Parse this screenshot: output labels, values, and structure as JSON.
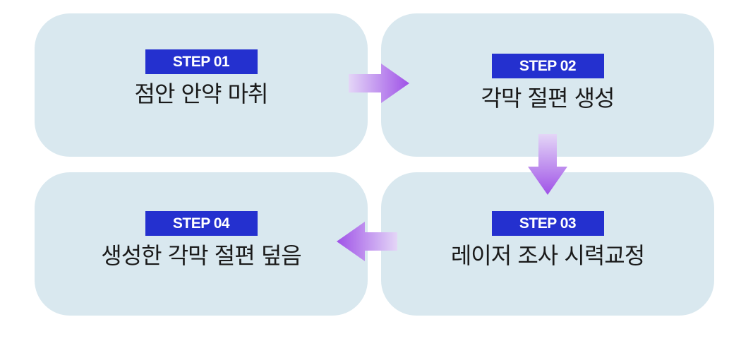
{
  "colors": {
    "card_background": "#d9e8ef",
    "badge_background": "#2430cf",
    "badge_text": "#ffffff",
    "label_text": "#1a1a1a",
    "arrow_light": "#e2d3f6",
    "arrow_dark": "#a155e8"
  },
  "steps": [
    {
      "badge": "STEP 01",
      "label": "점안 안약 마취"
    },
    {
      "badge": "STEP 02",
      "label": "각막 절편 생성"
    },
    {
      "badge": "STEP 03",
      "label": "레이저 조사 시력교정"
    },
    {
      "badge": "STEP 04",
      "label": "생성한 각막 절편 덮음"
    }
  ],
  "arrows": [
    {
      "from": "STEP 01",
      "to": "STEP 02",
      "direction": "right",
      "icon": "arrow-right-icon"
    },
    {
      "from": "STEP 02",
      "to": "STEP 03",
      "direction": "down",
      "icon": "arrow-down-icon"
    },
    {
      "from": "STEP 03",
      "to": "STEP 04",
      "direction": "left",
      "icon": "arrow-left-icon"
    }
  ]
}
